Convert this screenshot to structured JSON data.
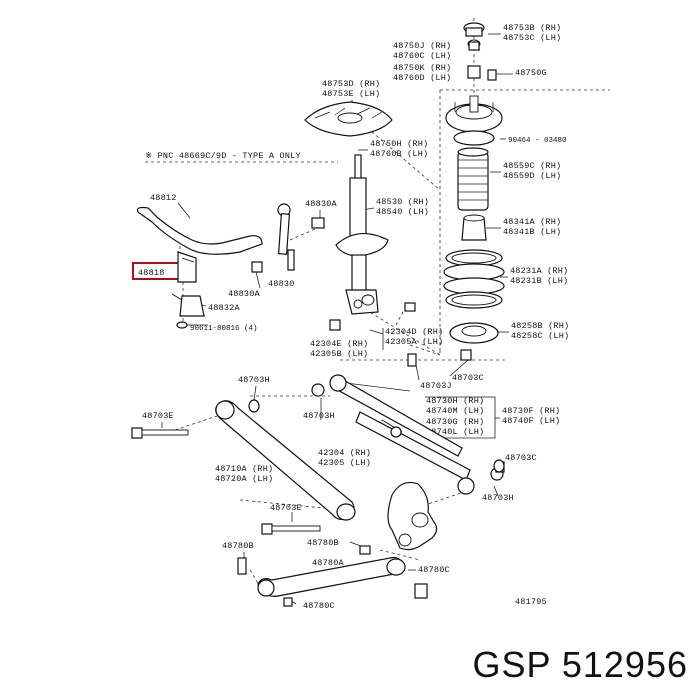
{
  "note": "※ PNC 48669C/9D - TYPE A ONLY",
  "labels": {
    "p48753B": "48753B (RH)",
    "p48753C": "48753C (LH)",
    "p48750J": "48750J (RH)",
    "p48760C": "48760C (LH)",
    "p48750K": "48750K (RH)",
    "p48760D": "48760D (LH)",
    "p48750G": "48750G",
    "p48753D": "48753D (RH)",
    "p48753E": "48753E (LH)",
    "p90464": "90464 - 03480",
    "p48750H": "48750H (RH)",
    "p48760B": "48760B (LH)",
    "p48559C": "48559C (RH)",
    "p48559D": "48559D (LH)",
    "p48812": "48812",
    "p48830A": "48830A",
    "p48530": "48530 (RH)",
    "p48540": "48540 (LH)",
    "p48341A": "48341A (RH)",
    "p48341B": "48341B (LH)",
    "p48818": "48818",
    "p48830": "48830",
    "p48231A": "48231A (RH)",
    "p48231B": "48231B (LH)",
    "p48830A2": "48830A",
    "p48832A": "48832A",
    "p90611": "90611-80816 (4)",
    "p42304D": "42304D (RH)",
    "p42305A": "42305A (LH)",
    "p48258B": "48258B (RH)",
    "p48258C": "48258C (LH)",
    "p42304E": "42304E (RH)",
    "p42305B": "42305B (LH)",
    "p48703C": "48703C",
    "p48703H": "48703H",
    "p48703J": "48703J",
    "p48730H": "48730H (RH)",
    "p48740M": "48740M (LH)",
    "p48730F": "48730F (RH)",
    "p48740F": "48740F (LH)",
    "p48703H2": "48703H",
    "p48730G": "48730G (RH)",
    "p48740L": "48740L (LH)",
    "p48703E": "48703E",
    "p48703C2": "48703C",
    "p42304": "42304 (RH)",
    "p42305": "42305 (LH)",
    "p48710A": "48710A (RH)",
    "p48720A": "48720A (LH)",
    "p48703H3": "48703H",
    "p48703E2": "48703E",
    "p48780B": "48780B",
    "p48780B2": "48780B",
    "p48780A": "48780A",
    "p48780C": "48780C",
    "p48780C2": "48780C",
    "p481795": "481795"
  },
  "caption": "GSP 512956",
  "highlight_color": "#a8101e"
}
